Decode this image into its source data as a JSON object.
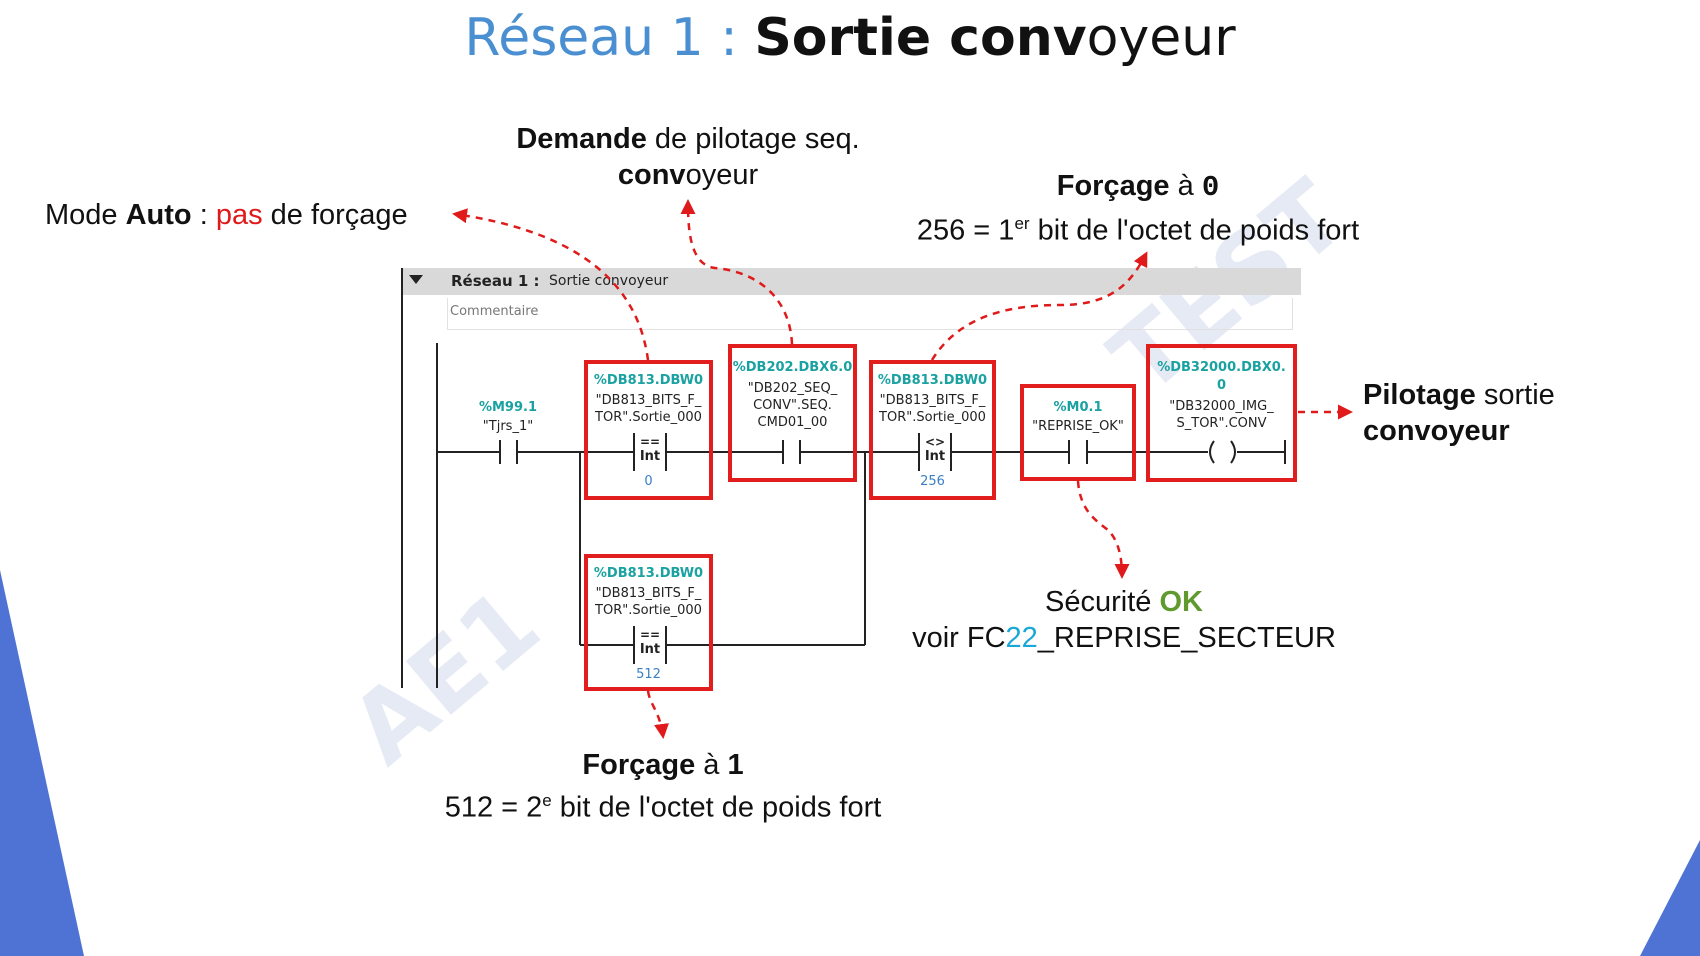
{
  "title": {
    "part1": "Réseau ",
    "num": "1",
    "sep": " : ",
    "bold": "Sortie conv",
    "rest": "oyeur"
  },
  "watermark": {
    "left": "AE1",
    "right": "TEST"
  },
  "annotations": {
    "mode_auto": {
      "p1": "Mode ",
      "p2": "Auto",
      "p3": " : ",
      "p4": "pas",
      "p5": " de forçage"
    },
    "demande": {
      "l1a": "Demande",
      "l1b": " de pilotage seq.",
      "l2a": "conv",
      "l2b": "oyeur"
    },
    "forcage0": {
      "a": "Forçage",
      "b": " à ",
      "c": "0",
      "l2a": "256 = 1",
      "l2sup": "er",
      "l2b": " bit de l'octet de poids fort"
    },
    "pilotage": {
      "a": "Pilotage",
      "b": " sortie",
      "c": "convoyeur"
    },
    "securite": {
      "a": "Sécurité ",
      "b": "OK",
      "l2a": "voir FC",
      "l2b": "22",
      "l2c": "_REPRISE_SECTEUR"
    },
    "forcage1": {
      "a": "Forçage",
      "b": " à ",
      "c": "1",
      "l2a": "512 = 2",
      "l2sup": "e",
      "l2b": " bit de l'octet de poids fort"
    }
  },
  "network": {
    "header_label": "Réseau 1 :",
    "header_title": "Sortie convoyeur",
    "comment": "Commentaire",
    "elements": {
      "m99": {
        "tag": "%M99.1",
        "symbol": "\"Tjrs_1\""
      },
      "cmp1": {
        "tag": "%DB813.DBW0",
        "sym1": "\"DB813_BITS_F_",
        "sym2": "TOR\".Sortie_000",
        "op": "==",
        "type": "Int",
        "value": "0"
      },
      "db202": {
        "tag": "%DB202.DBX6.0",
        "sym1": "\"DB202_SEQ_",
        "sym2": "CONV\".SEQ.",
        "sym3": "CMD01_00"
      },
      "cmp2": {
        "tag": "%DB813.DBW0",
        "sym1": "\"DB813_BITS_F_",
        "sym2": "TOR\".Sortie_000",
        "op": "<>",
        "type": "Int",
        "value": "256"
      },
      "m01": {
        "tag": "%M0.1",
        "symbol": "\"REPRISE_OK\""
      },
      "coil": {
        "tag1": "%DB32000.DBX0.",
        "tag2": "0",
        "sym1": "\"DB32000_IMG_",
        "sym2": "S_TOR\".CONV"
      },
      "cmp3": {
        "tag": "%DB813.DBW0",
        "sym1": "\"DB813_BITS_F_",
        "sym2": "TOR\".Sortie_000",
        "op": "==",
        "type": "Int",
        "value": "512"
      }
    }
  },
  "colors": {
    "highlight": "#e21d1d",
    "tag": "#1aa1a1",
    "value": "#3b7fc4",
    "accent_triangle": "#4f73d4"
  }
}
